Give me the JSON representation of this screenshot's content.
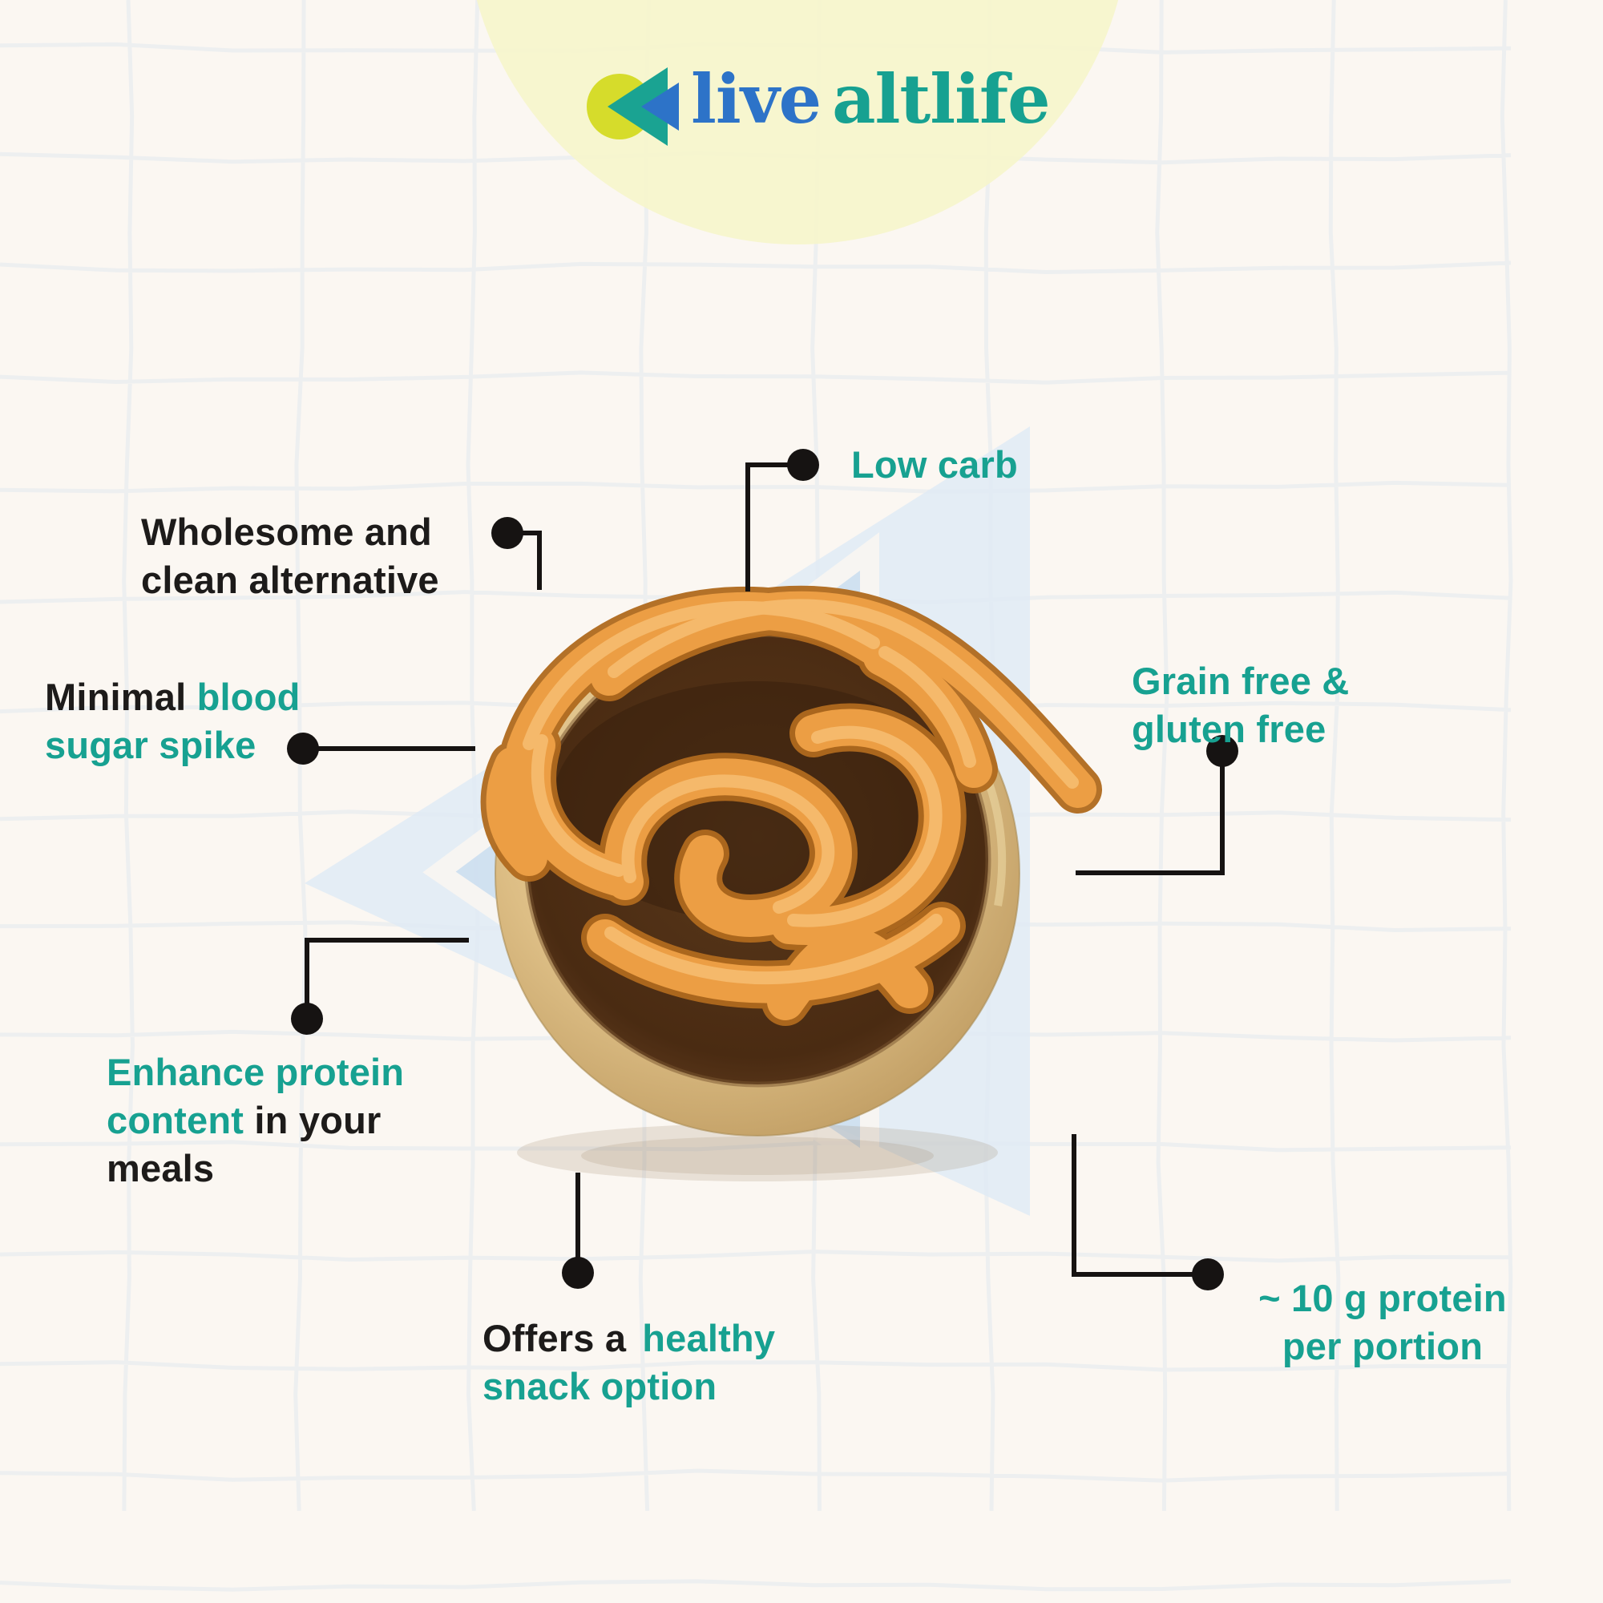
{
  "logo": {
    "live": "live",
    "alt": "altlife"
  },
  "callouts": {
    "low_carb": {
      "text": "Low carb"
    },
    "wholesome": {
      "line1": "Wholesome and",
      "line2": "clean alternative"
    },
    "blood_sugar": {
      "prefix": "Minimal",
      "highlight1": "blood",
      "highlight2": "sugar spike"
    },
    "grain_free": {
      "line1": "Grain free &",
      "line2": "gluten free"
    },
    "protein_content": {
      "highlight1": "Enhance protein",
      "highlight2": "content",
      "suffix1": "in your",
      "suffix2": "meals"
    },
    "snack": {
      "prefix": "Offers a",
      "highlight1": "healthy",
      "highlight2": "snack option"
    },
    "protein_amount": {
      "line1": "~ 10 g protein",
      "line2": "per portion"
    }
  },
  "colors": {
    "teal": "#17A191",
    "blue": "#2D73C8",
    "ink": "#1D1B1A",
    "logo_dot": "#D6DC2B",
    "circle": "#F6F5CC",
    "triangle_light": "#DFEAF5",
    "triangle_mid": "#CDDFF0",
    "bg": "#FBF7F2"
  }
}
